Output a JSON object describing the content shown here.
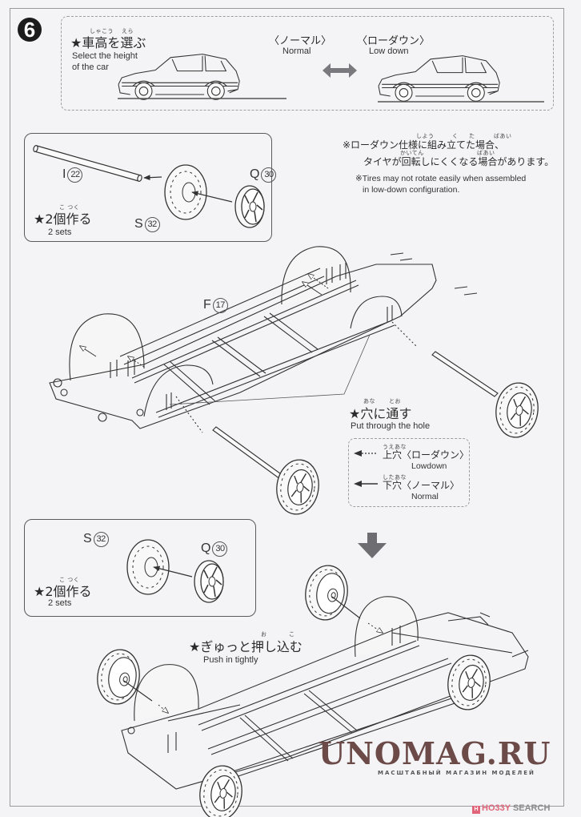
{
  "step": {
    "number": "6",
    "choose_height": {
      "title_jp": "★車高を選ぶ",
      "title_ruby": [
        "しゃこう",
        "えら"
      ],
      "title_en_line1": "Select the height",
      "title_en_line2": "of the car",
      "normal_jp": "〈ノーマル〉",
      "normal_en": "Normal",
      "lowdown_jp": "〈ローダウン〉",
      "lowdown_en": "Low down"
    },
    "note": {
      "ruby_line1": [
        "しよう",
        "く",
        "た",
        "ばあい"
      ],
      "line1_jp": "※ローダウン仕様に組み立てた場合、",
      "ruby_line2": [
        "かいてん",
        "ばあい"
      ],
      "line2_jp": "タイヤが回転しにくくなる場合があります。",
      "line1_en": "※Tires may not rotate easily when assembled",
      "line2_en": "in low-down configuration."
    },
    "wheel_box_1": {
      "axle_part": "I",
      "axle_num": "22",
      "wheel_part": "Q",
      "wheel_num": "30",
      "tire_part": "S",
      "tire_num": "32",
      "ruby": "こ つく",
      "title_jp": "★2個作る",
      "title_en": "2 sets"
    },
    "chassis": {
      "part": "F",
      "num": "17",
      "hole_ruby": [
        "あな",
        "とお"
      ],
      "hole_jp": "★穴に通す",
      "hole_en": "Put through the hole",
      "upper_ruby": "うえあな",
      "upper_jp": "上穴〈ローダウン〉",
      "upper_en": "Lowdown",
      "lower_ruby": "したあな",
      "lower_jp": "下穴〈ノーマル〉",
      "lower_en": "Normal"
    },
    "wheel_box_2": {
      "tire_part": "S",
      "tire_num": "32",
      "wheel_part": "Q",
      "wheel_num": "30",
      "ruby": "こ つく",
      "title_jp": "★2個作る",
      "title_en": "2 sets"
    },
    "push": {
      "ruby": [
        "お",
        "こ"
      ],
      "title_jp": "★ぎゅっと押し込む",
      "title_en": "Push in tightly"
    }
  },
  "watermark": {
    "title": "UNOMAG.RU",
    "subtitle": "МАСШТАБНЫЙ МАГАЗИН МОДЕЛЕЙ"
  },
  "credit": {
    "logo": "H",
    "hobby": "HO33Y",
    "search": "SEARCH"
  },
  "colors": {
    "paper": "#f4f4f6",
    "line": "#3a3a3a",
    "arrow_gray": "#6e6e72",
    "watermark": "#6b4a48",
    "hobby_pink": "#e0657a"
  }
}
